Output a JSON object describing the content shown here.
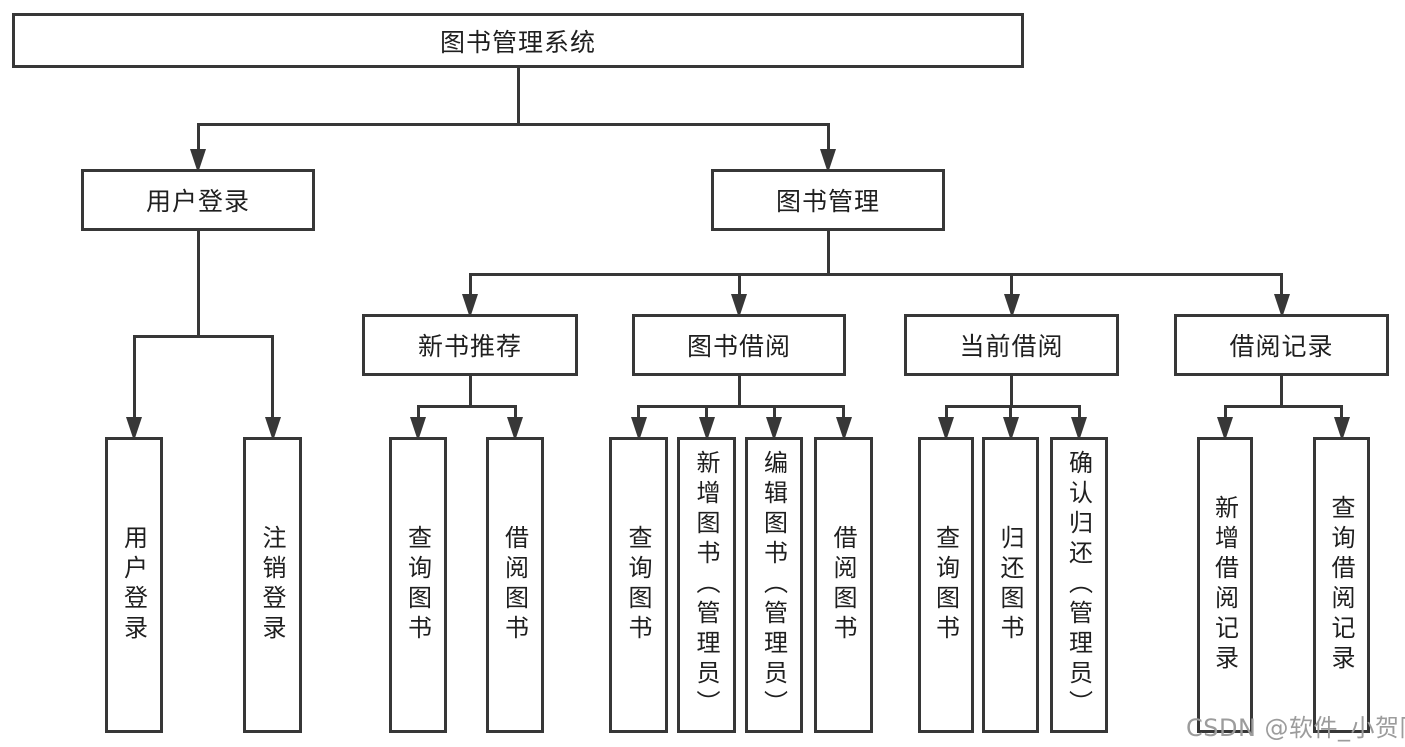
{
  "diagram": {
    "tree": {
      "id": "root",
      "label": "图书管理系统",
      "children": [
        {
          "id": "user-login",
          "label": "用户登录",
          "children": [
            {
              "id": "login",
              "label": "用户登录",
              "vertical": true
            },
            {
              "id": "logout",
              "label": "注销登录",
              "vertical": true
            }
          ]
        },
        {
          "id": "book-mgmt",
          "label": "图书管理",
          "children": [
            {
              "id": "new-book-rec",
              "label": "新书推荐",
              "children": [
                {
                  "id": "nbr-query",
                  "label": "查询图书",
                  "vertical": true
                },
                {
                  "id": "nbr-borrow",
                  "label": "借阅图书",
                  "vertical": true
                }
              ]
            },
            {
              "id": "book-borrow",
              "label": "图书借阅",
              "children": [
                {
                  "id": "bb-query",
                  "label": "查询图书",
                  "vertical": true
                },
                {
                  "id": "bb-add",
                  "label": "新增图书（管理员）",
                  "vertical": true
                },
                {
                  "id": "bb-edit",
                  "label": "编辑图书（管理员）",
                  "vertical": true
                },
                {
                  "id": "bb-borrow",
                  "label": "借阅图书",
                  "vertical": true
                }
              ]
            },
            {
              "id": "current-borrow",
              "label": "当前借阅",
              "children": [
                {
                  "id": "cb-query",
                  "label": "查询图书",
                  "vertical": true
                },
                {
                  "id": "cb-return",
                  "label": "归还图书",
                  "vertical": true
                },
                {
                  "id": "cb-confirm",
                  "label": "确认归还（管理员）",
                  "vertical": true
                }
              ]
            },
            {
              "id": "borrow-records",
              "label": "借阅记录",
              "children": [
                {
                  "id": "br-add",
                  "label": "新增借阅记录",
                  "vertical": true
                },
                {
                  "id": "br-query",
                  "label": "查询借阅记录",
                  "vertical": true
                }
              ]
            }
          ]
        }
      ]
    }
  },
  "watermark": {
    "text": "CSDN @软件_小贺同学"
  },
  "colors": {
    "line": "#373737",
    "box_border": "#373737",
    "text": "#1f1f1f",
    "watermark": "#9c9c9c",
    "background": "#ffffff"
  }
}
